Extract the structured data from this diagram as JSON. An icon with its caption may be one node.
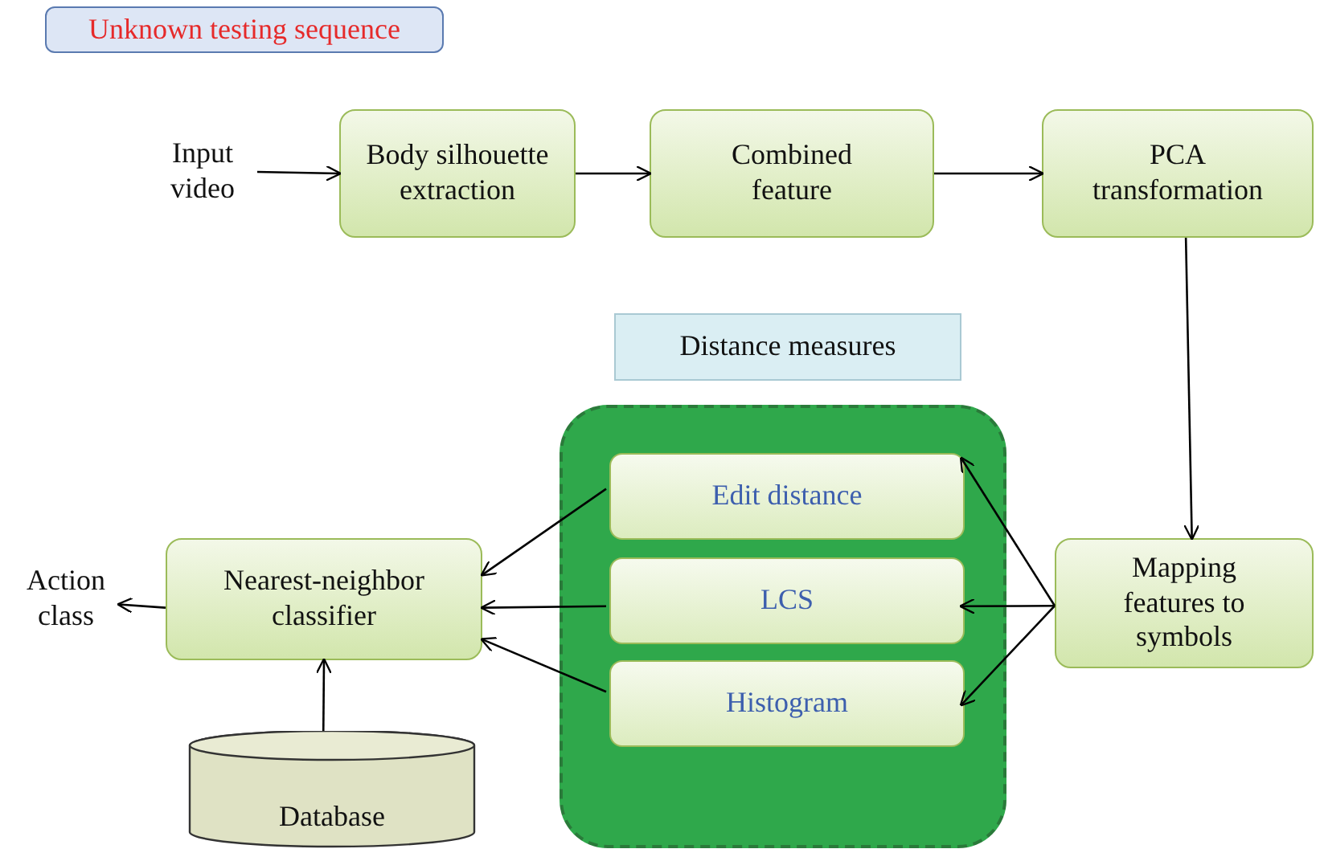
{
  "diagram": {
    "nodes": [
      {
        "text": [
          "Unknown testing sequence"
        ]
      },
      {
        "text": [
          "Input video"
        ]
      },
      {
        "text": [
          "Body silhouette extraction"
        ]
      },
      {
        "text": [
          "Combined feature"
        ]
      },
      {
        "text": [
          "PCA transformation"
        ]
      },
      {
        "text": [
          "Distance measures"
        ]
      },
      {
        "text": [],
        "shape": "box"
      },
      {
        "text": [
          "Edit distance"
        ],
        "in": 6
      },
      {
        "text": [
          "LCS"
        ],
        "in": 6
      },
      {
        "text": [
          "Histogram"
        ],
        "in": 6
      },
      {
        "text": [
          "Mapping features to symbols"
        ]
      },
      {
        "text": [
          "Nearest-neighbor classifier"
        ]
      },
      {
        "text": [
          "Action class"
        ]
      },
      {
        "text": [
          "Database"
        ]
      }
    ],
    "edges": [
      {
        "from": 1,
        "to": 2,
        "arrow": "to"
      },
      {
        "from": 2,
        "to": 3,
        "arrow": "to"
      },
      {
        "from": 3,
        "to": 4,
        "arrow": "to"
      },
      {
        "from": 4,
        "to": 10,
        "arrow": "to"
      },
      {
        "from": 10,
        "to": 7,
        "arrow": "to"
      },
      {
        "from": 10,
        "to": 8,
        "arrow": "to"
      },
      {
        "from": 10,
        "to": 9,
        "arrow": "to"
      },
      {
        "from": 7,
        "to": 11,
        "arrow": "to"
      },
      {
        "from": 8,
        "to": 11,
        "arrow": "to"
      },
      {
        "from": 9,
        "to": 11,
        "arrow": "to"
      },
      {
        "from": 11,
        "to": 12,
        "arrow": "to"
      },
      {
        "from": 13,
        "to": 11,
        "arrow": "to"
      }
    ]
  }
}
